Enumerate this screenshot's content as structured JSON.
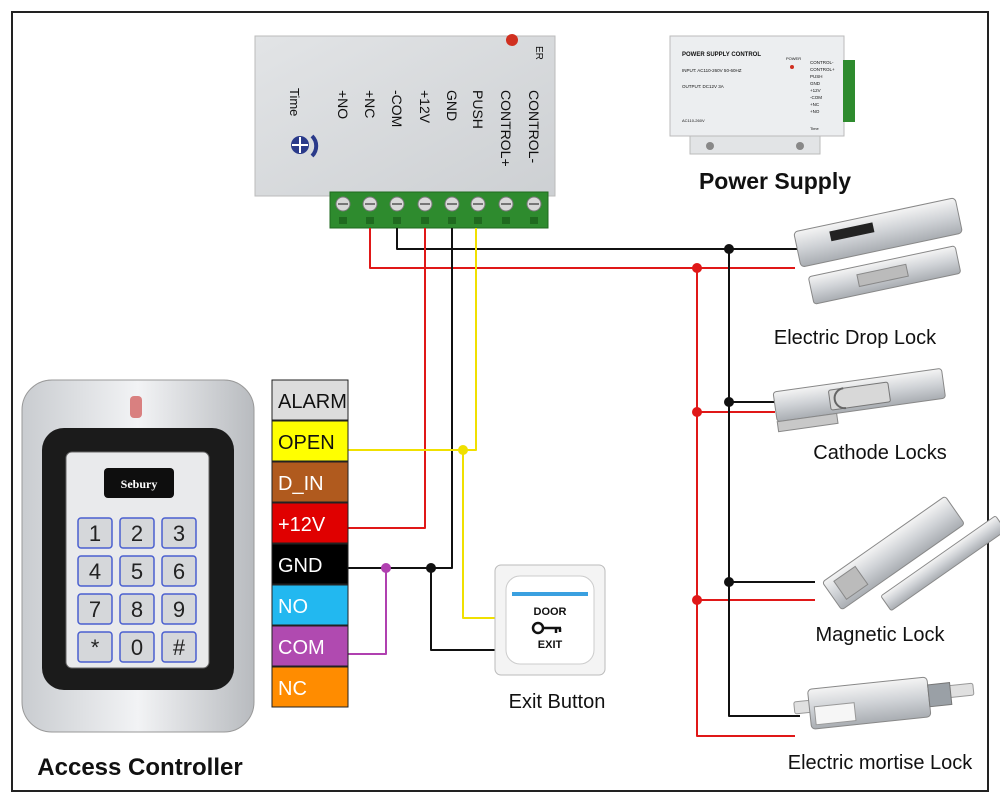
{
  "power_unit": {
    "time_label": "Time",
    "top_cut_label": "ER",
    "terminals": [
      "+NO",
      "+NC",
      "-COM",
      "+12V",
      "GND",
      "PUSH",
      "CONTROL+",
      "CONTROL-"
    ]
  },
  "psu_photo": {
    "header": "POWER SUPPLY CONTROL",
    "power_led": "POWER",
    "input": "INPUT: AC110-260V 50-60HZ",
    "output": "OUTPUT: DC12V 3A",
    "bottom": "AC110-260V",
    "terms": [
      "CONTROL-",
      "CONTROL+",
      "PUSH",
      "GND",
      "+12V",
      "-COM",
      "+NC",
      "+NO"
    ],
    "time": "Time"
  },
  "labels": {
    "power_supply": "Power Supply",
    "drop_lock": "Electric Drop Lock",
    "cathode": "Cathode Locks",
    "magnetic": "Magnetic Lock",
    "mortise": "Electric mortise Lock",
    "exit_button": "Exit Button",
    "access_controller": "Access Controller"
  },
  "keypad": {
    "brand": "Sebury",
    "keys": [
      "1",
      "2",
      "3",
      "4",
      "5",
      "6",
      "7",
      "8",
      "9",
      "*",
      "0",
      "#"
    ]
  },
  "exit_button": {
    "line1": "DOOR",
    "line2": "EXIT"
  },
  "terminal_block": [
    {
      "name": "ALARM",
      "bg": "#dcdcdc",
      "fg": "#111111"
    },
    {
      "name": "OPEN",
      "bg": "#ffff00",
      "fg": "#111111"
    },
    {
      "name": "D_IN",
      "bg": "#b05a1e",
      "fg": "#ffffff"
    },
    {
      "name": "+12V",
      "bg": "#e00000",
      "fg": "#ffffff"
    },
    {
      "name": "GND",
      "bg": "#000000",
      "fg": "#ffffff"
    },
    {
      "name": "NO",
      "bg": "#22b8f0",
      "fg": "#ffffff"
    },
    {
      "name": "COM",
      "bg": "#b04ab0",
      "fg": "#ffffff"
    },
    {
      "name": "NC",
      "bg": "#ff8c00",
      "fg": "#ffffff"
    }
  ],
  "colors": {
    "wire_red": "#e01818",
    "wire_black": "#111111",
    "wire_yellow": "#f0e000",
    "wire_purple": "#b040b0",
    "terminal_green": "#2e8b2e"
  }
}
